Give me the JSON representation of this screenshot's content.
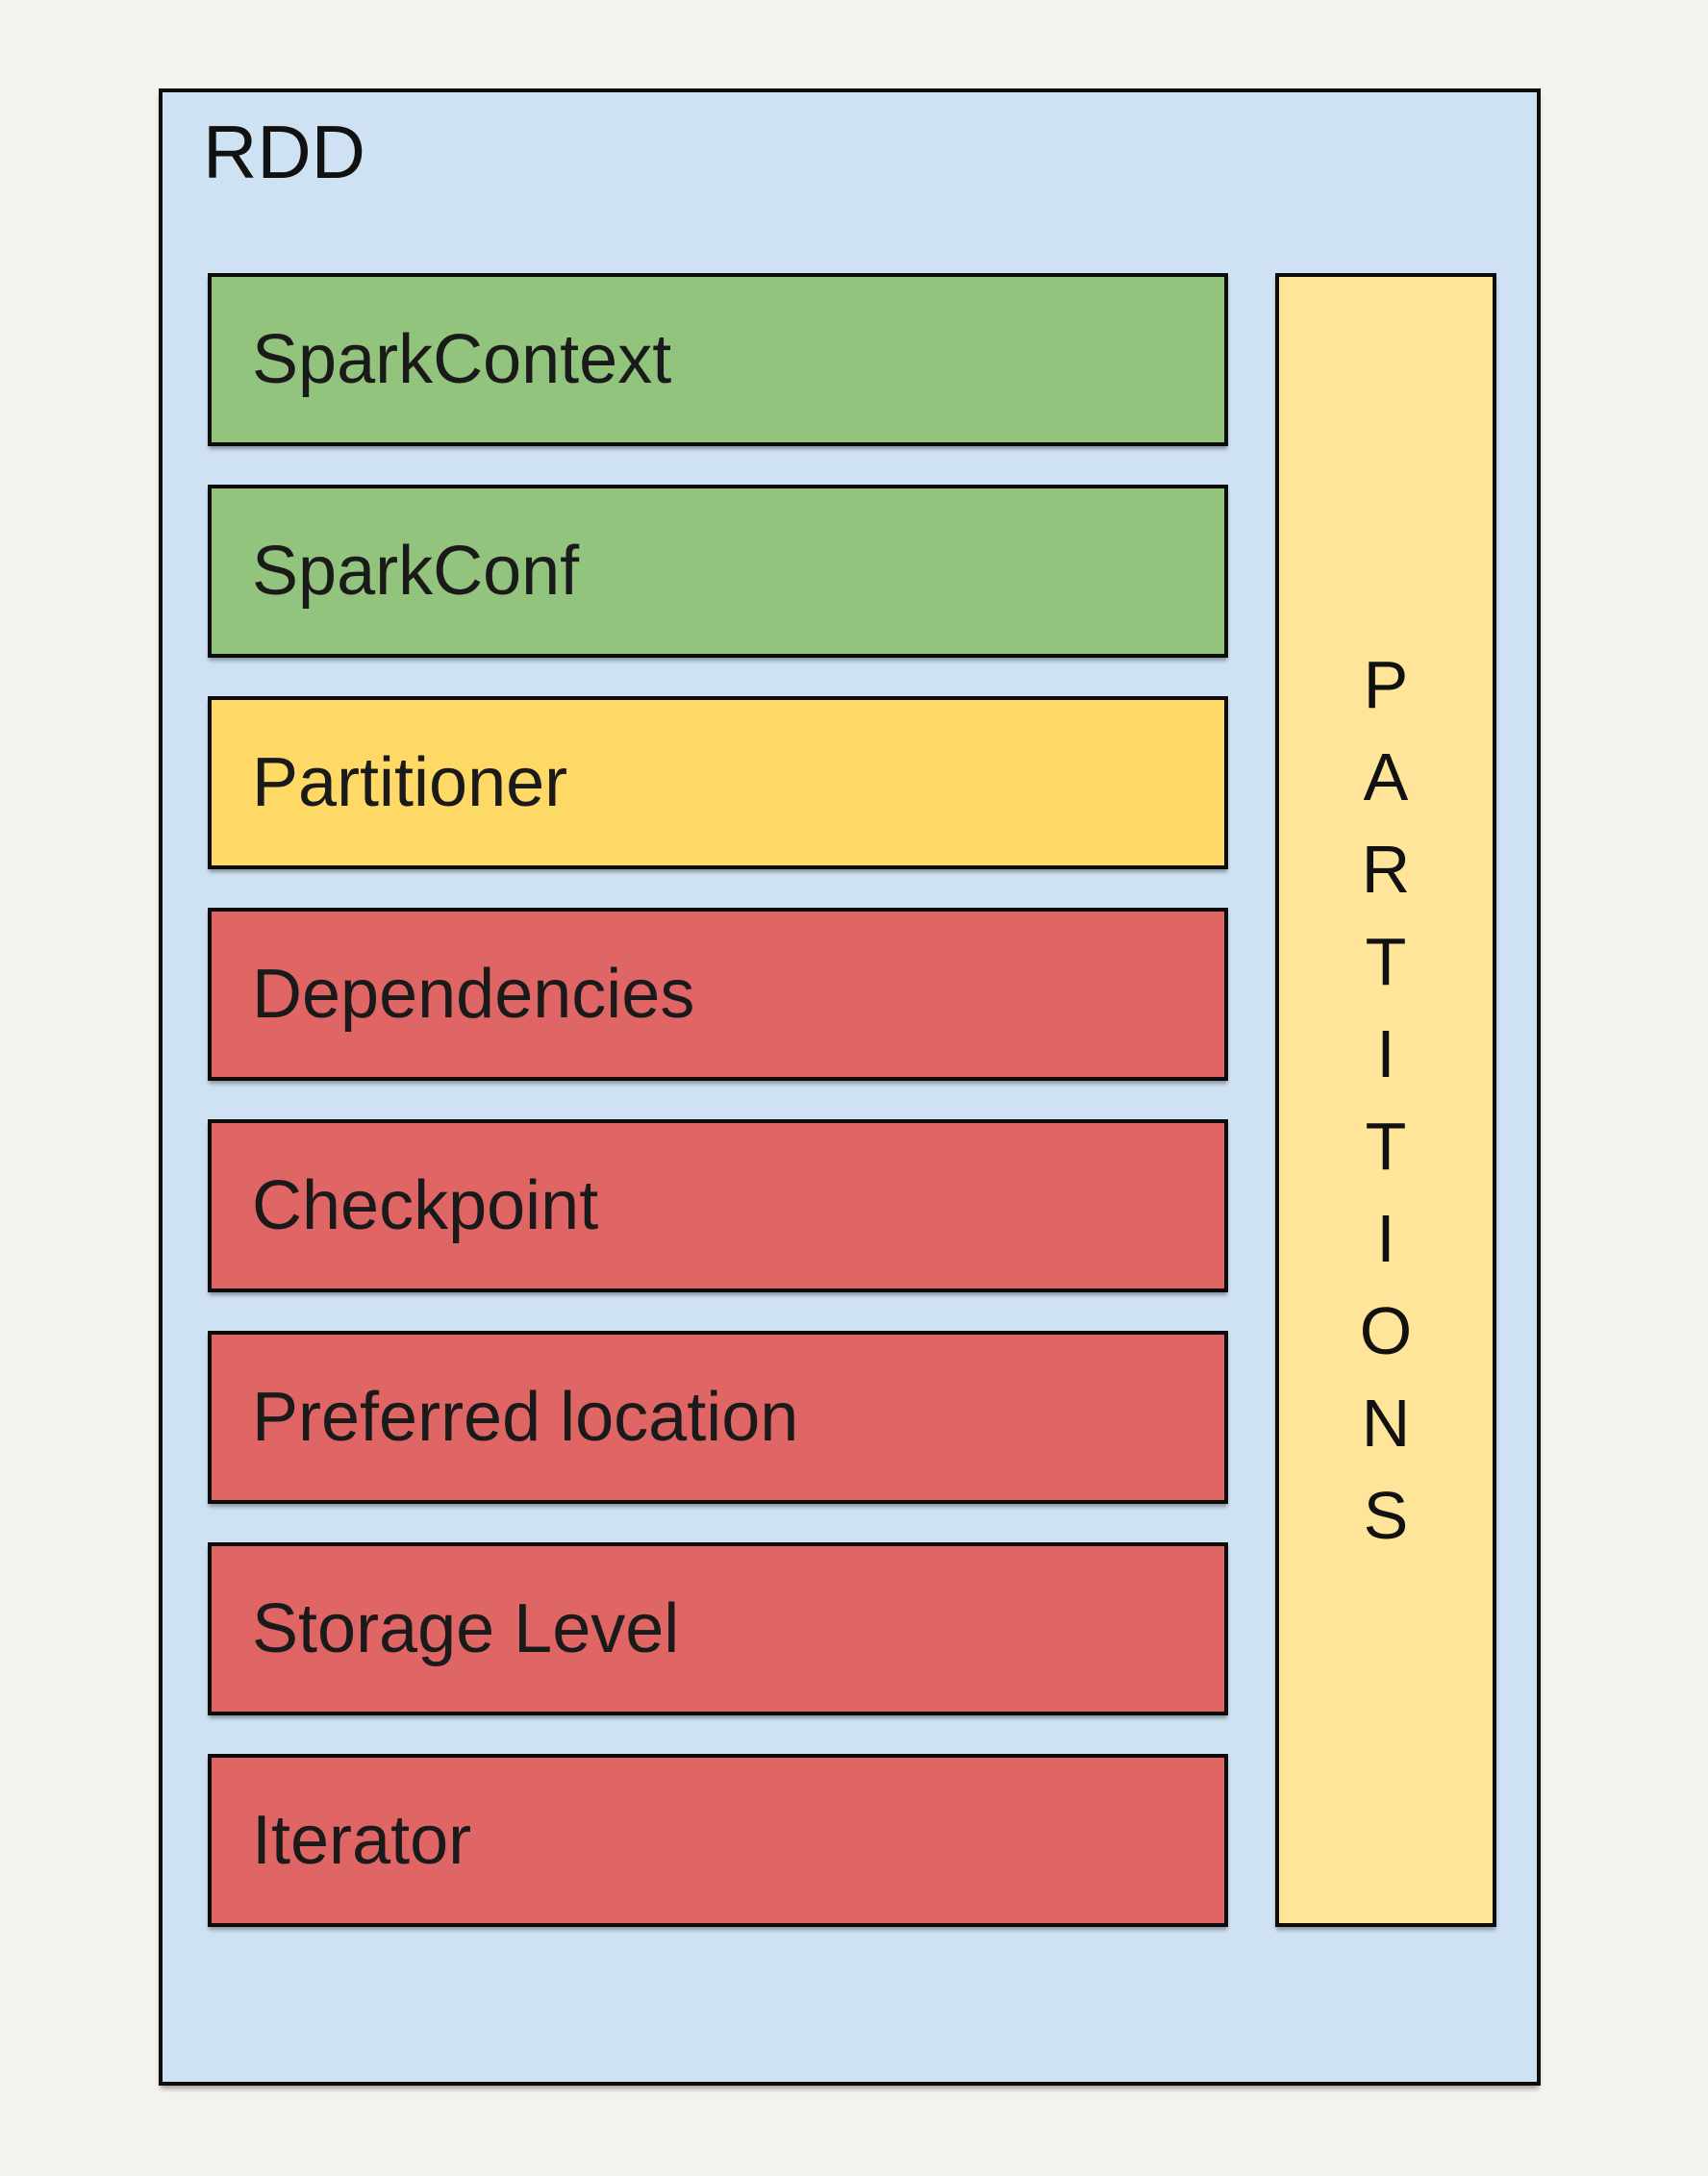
{
  "diagram": {
    "title": "RDD",
    "colors": {
      "background": "#f4f2ec",
      "container_fill": "#cfe2f3",
      "border": "#0c0c0c",
      "green": "#93c47d",
      "yellow": "#ffd966",
      "light_yellow": "#ffe599",
      "red": "#e06666"
    },
    "fields": [
      {
        "label": "SparkContext",
        "color": "#93c47d"
      },
      {
        "label": "SparkConf",
        "color": "#93c47d"
      },
      {
        "label": "Partitioner",
        "color": "#ffd966"
      },
      {
        "label": "Dependencies",
        "color": "#e06666"
      },
      {
        "label": "Checkpoint",
        "color": "#e06666"
      },
      {
        "label": "Preferred location",
        "color": "#e06666"
      },
      {
        "label": "Storage Level",
        "color": "#e06666"
      },
      {
        "label": "Iterator",
        "color": "#e06666"
      }
    ],
    "partitions": {
      "label": "PARTITIONS",
      "color": "#ffe599"
    }
  }
}
